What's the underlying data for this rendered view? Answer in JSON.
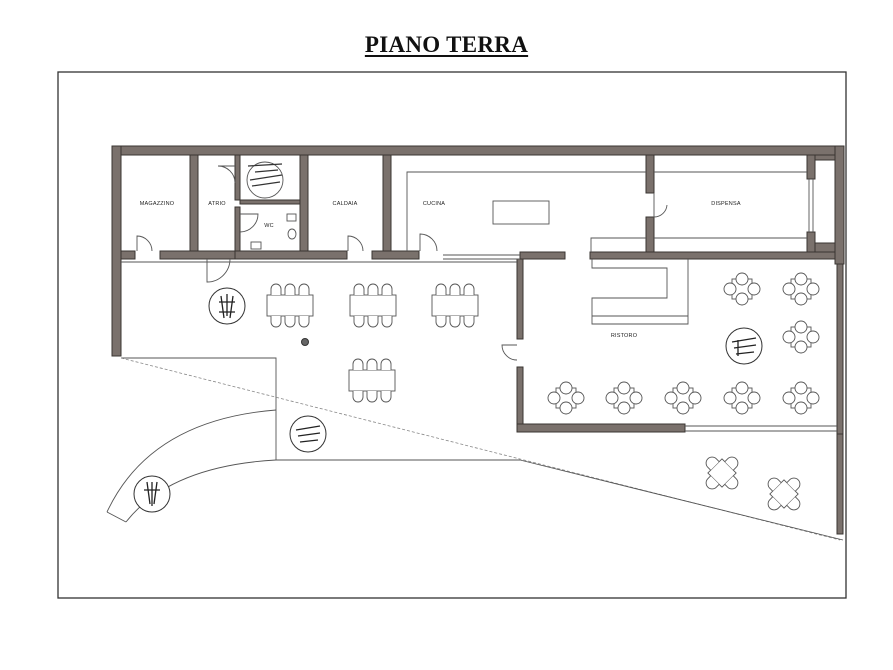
{
  "title": "PIANO TERRA",
  "rooms": {
    "magazzino": "MAGAZZINO",
    "atrio": "ATRIO",
    "wc": "WC",
    "caldaia": "CALDAIA",
    "cucina": "CUCINA",
    "dispensa": "DISPENSA",
    "ristoro": "RISTORO"
  },
  "colors": {
    "wall_fill": "#7a716c",
    "wall_stroke": "#3a3532",
    "line": "#555555",
    "background": "#ffffff"
  },
  "furniture": {
    "long_tables_6_seats": 4,
    "round_tables_4_seats": 8,
    "outdoor_square_tables_4_seats": 2,
    "plant_symbols": 5
  }
}
